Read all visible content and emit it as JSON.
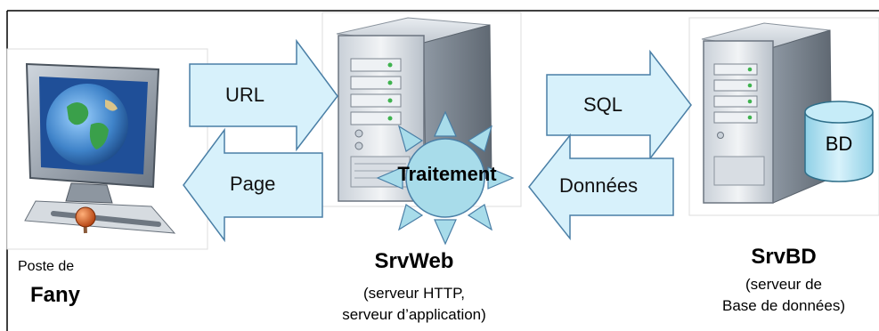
{
  "arrows": {
    "url": "URL",
    "page": "Page",
    "sql": "SQL",
    "donnees": "Données"
  },
  "client": {
    "line1": "Poste de",
    "line2": "Fany"
  },
  "web_server": {
    "name": "SrvWeb",
    "desc1": "(serveur HTTP,",
    "desc2": "serveur d’application)",
    "process": "Traitement"
  },
  "db_server": {
    "name": "SrvBD",
    "desc1": "(serveur de",
    "desc2": "Base de données)",
    "db": "BD"
  },
  "colors": {
    "arrow_fill": "#d7f1fb",
    "arrow_stroke": "#4a7fa6",
    "sun_fill": "#a8dcea",
    "server_light": "#e8ecf0",
    "server_dark": "#7d8792"
  }
}
